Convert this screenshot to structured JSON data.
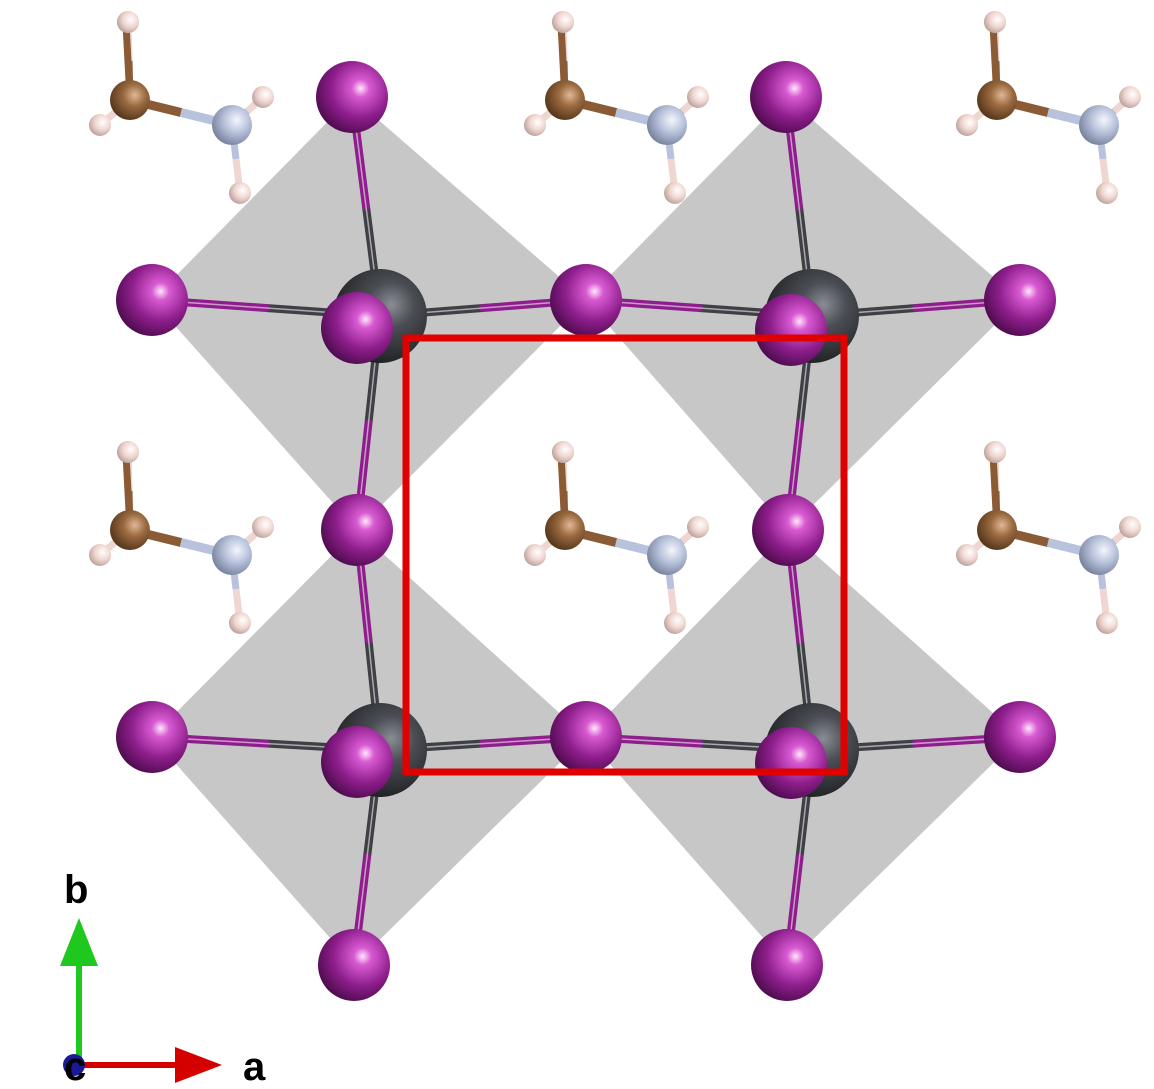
{
  "structure": {
    "atoms": {
      "B": "Pb",
      "X": "I",
      "A1": "C",
      "A2": "N",
      "H": "H"
    },
    "colors": {
      "octahedron": "#a9a9ab",
      "pb": "#3b3d42",
      "iodine": "#8e1e8c",
      "iodine_light": "#f7b8f0",
      "carbon": "#8a5b34",
      "nitrogen": "#b8c2dc",
      "hydrogen": "#f0d6d0",
      "unit_cell": "#e10000",
      "axis_a": "#d40000",
      "axis_b": "#1ec81e",
      "axis_c": "#1a1a99"
    }
  },
  "axes": {
    "a_label": "a",
    "b_label": "b",
    "c_label": "c"
  }
}
